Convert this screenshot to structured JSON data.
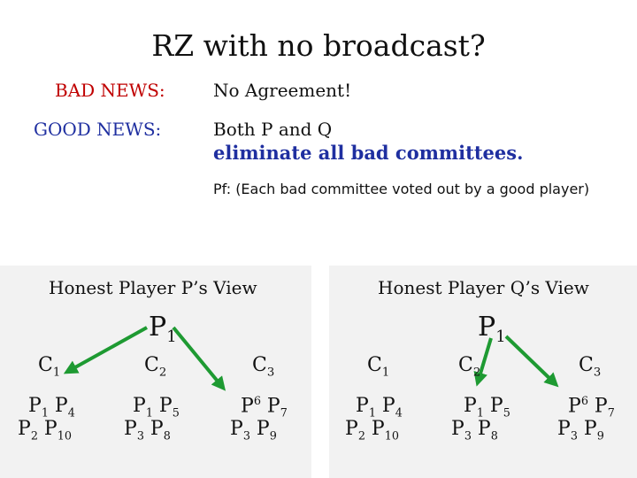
{
  "title": "RZ with no broadcast?",
  "bad_news": {
    "label": "BAD NEWS:",
    "text": "No Agreement!"
  },
  "good_news": {
    "label": "GOOD NEWS:",
    "line1": "Both P and Q",
    "line2": "eliminate all bad committees."
  },
  "proof": "Pf: (Each bad committee voted out by a good player)",
  "views": [
    {
      "title": "Honest Player P’s View",
      "player": {
        "base": "P",
        "sub": "1"
      },
      "committees": [
        {
          "label": "C",
          "sub": "1",
          "members": [
            "1",
            "4",
            "2",
            "10"
          ]
        },
        {
          "label": "C",
          "sub": "2",
          "members": [
            "1",
            "5",
            "3",
            "8"
          ]
        },
        {
          "label": "C",
          "sub": "3",
          "members": [
            "6",
            "7",
            "3",
            "9"
          ]
        }
      ]
    },
    {
      "title": "Honest Player Q’s View",
      "player": {
        "base": "P",
        "sub": "1"
      },
      "committees": [
        {
          "label": "C",
          "sub": "1",
          "members": [
            "1",
            "4",
            "2",
            "10"
          ]
        },
        {
          "label": "C",
          "sub": "2",
          "members": [
            "1",
            "5",
            "3",
            "8"
          ]
        },
        {
          "label": "C",
          "sub": "3",
          "members": [
            "6",
            "7",
            "3",
            "9"
          ]
        }
      ]
    }
  ],
  "colors": {
    "bad": "#c00000",
    "good": "#1f2fa0",
    "arrow": "#1e9a32",
    "panel": "#f2f2f2"
  }
}
